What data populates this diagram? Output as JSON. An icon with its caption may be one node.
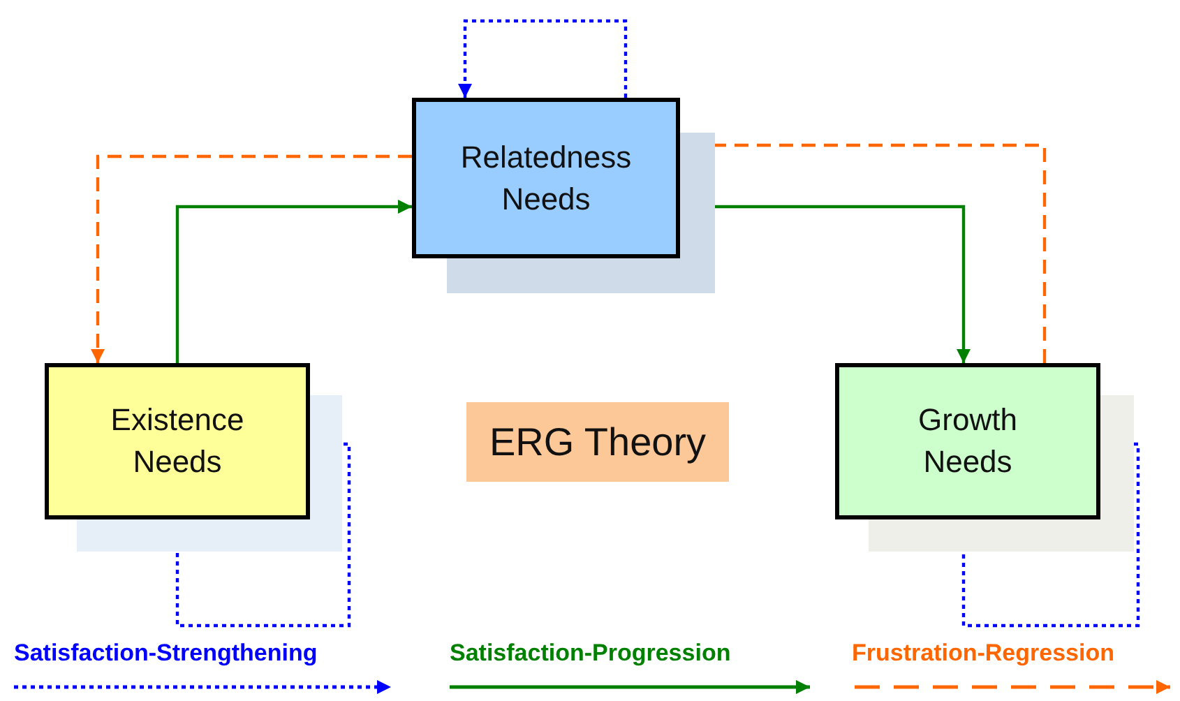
{
  "diagram": {
    "nodes": [
      {
        "text": [
          "Relatedness Needs"
        ]
      },
      {
        "text": [
          "Existence Needs"
        ]
      },
      {
        "text": [
          "ERG Theory"
        ]
      },
      {
        "text": [
          "Growth Needs"
        ]
      }
    ],
    "edges": [
      {
        "from": 0,
        "to": 0,
        "arrow": "to",
        "style": "dashed",
        "color": "#0000ff"
      },
      {
        "from": 0,
        "to": 1,
        "arrow": "to",
        "style": "dashed",
        "color": "#ff6600"
      },
      {
        "from": 1,
        "to": 0,
        "arrow": "to",
        "color": "#008000"
      },
      {
        "from": 0,
        "to": 3,
        "arrow": "to",
        "color": "#008000"
      },
      {
        "from": 3,
        "to": 0,
        "arrow": "to",
        "style": "dashed",
        "color": "#ff6600"
      },
      {
        "from": 1,
        "to": 1,
        "arrow": "to",
        "style": "dashed",
        "color": "#0000ff"
      },
      {
        "from": 3,
        "to": 3,
        "arrow": "to",
        "style": "dashed",
        "color": "#0000ff"
      }
    ],
    "legend": [
      {
        "text": "Satisfaction-Strengthening"
      },
      {
        "text": "Satisfaction-Progression"
      },
      {
        "text": "Frustration-Regression"
      }
    ]
  }
}
